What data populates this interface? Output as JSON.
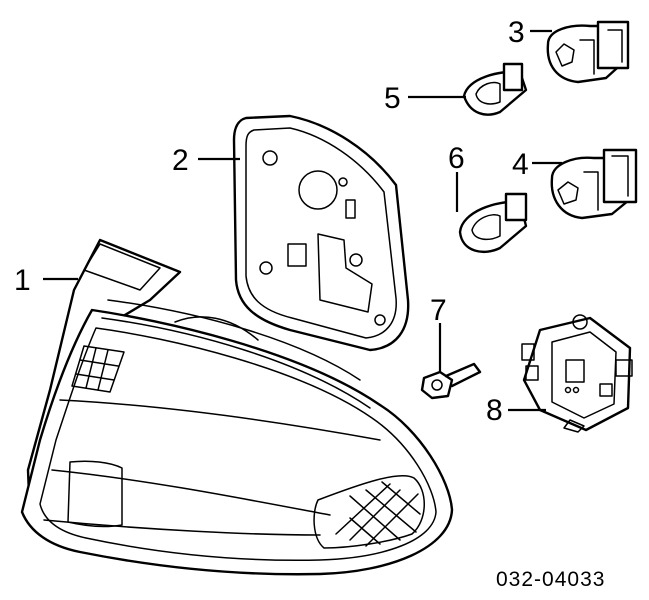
{
  "callouts": {
    "c1": "1",
    "c2": "2",
    "c3": "3",
    "c4": "4",
    "c5": "5",
    "c6": "6",
    "c7": "7",
    "c8": "8"
  },
  "diagram_code": "032-04033"
}
